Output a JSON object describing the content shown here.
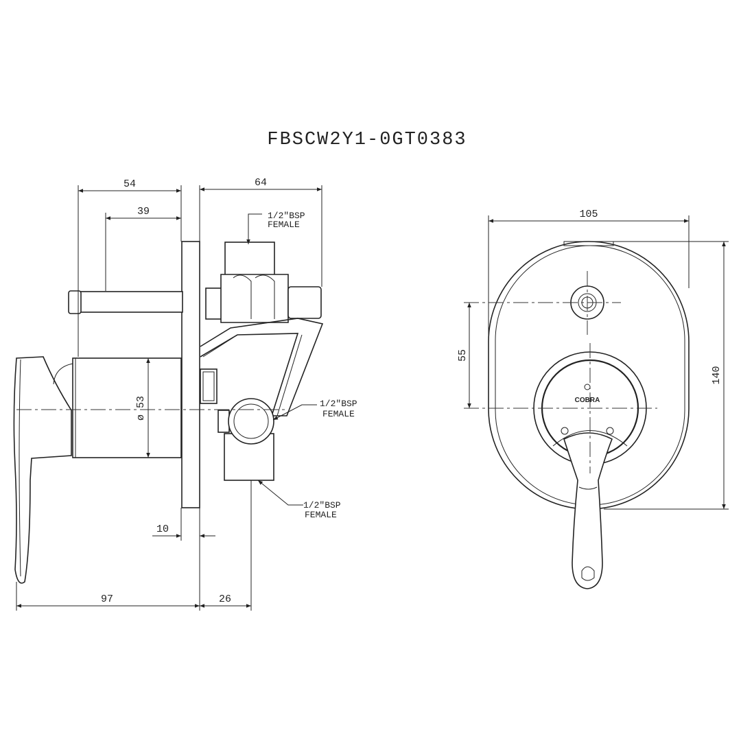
{
  "title": "FBSCW2Y1-0GT0383",
  "brand": "COBRA",
  "dimensions": {
    "side_top_overall": "54",
    "side_top_spindle": "39",
    "side_top_body": "64",
    "side_diameter": "ø 53",
    "side_plate": "10",
    "side_bottom_left": "97",
    "side_bottom_right": "26",
    "front_width": "105",
    "front_height": "140",
    "front_centers": "55"
  },
  "callouts": {
    "top_line1": "1/2\"BSP",
    "top_line2": "FEMALE",
    "mid_line1": "1/2\"BSP",
    "mid_line2": "FEMALE",
    "bottom_line1": "1/2\"BSP",
    "bottom_line2": "FEMALE"
  }
}
